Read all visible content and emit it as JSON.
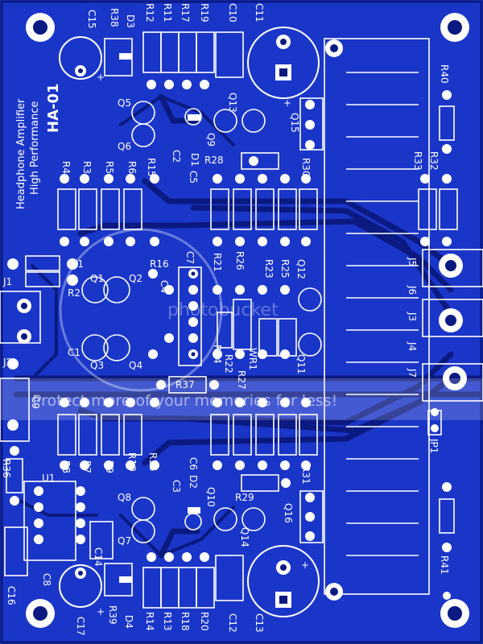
{
  "board": {
    "title": "HA-01",
    "subtitle_1": "High Performance",
    "subtitle_2": "Headphone Amplifier",
    "watermark_text": "Protect more of your memories for less!",
    "watermark_logo": "photobucket",
    "colors": {
      "board": "#1a36c8",
      "trace": "#0a1a80",
      "silk": "#ffffff"
    }
  },
  "labels": {
    "c15": "C15",
    "r38": "R38",
    "d3": "D3",
    "r12": "R12",
    "r11": "R11",
    "r17": "R17",
    "r19": "R19",
    "c10": "C10",
    "c11": "C11",
    "r40": "R40",
    "q5": "Q5",
    "q6": "Q6",
    "d1": "D1",
    "c2": "C2",
    "q9": "Q9",
    "q13": "Q13",
    "q15": "Q15",
    "r28": "R28",
    "r30": "R30",
    "r33": "R33",
    "r32": "R32",
    "r4": "R4",
    "r3": "R3",
    "r5": "R5",
    "r6": "R6",
    "r15": "R15",
    "c5": "C5",
    "r1": "R1",
    "j1": "J1",
    "r2": "R2",
    "q1": "Q1",
    "q2": "Q2",
    "r16": "R16",
    "c7": "C7",
    "r21": "R21",
    "r26": "R26",
    "r23": "R23",
    "r25": "R25",
    "q12": "Q12",
    "j5": "J5",
    "j6": "J6",
    "j3": "J3",
    "j4": "J4",
    "j7": "J7",
    "c4": "C4",
    "c1": "C1",
    "q3": "Q3",
    "q4": "Q4",
    "r24": "R24",
    "r22": "R22",
    "r27": "R27",
    "wr1": "WR1",
    "q11": "Q11",
    "j2": "J2",
    "r37": "R37",
    "c9": "C9",
    "jp1": "JP1",
    "r8": "R8",
    "r7": "R7",
    "r9": "R9",
    "r10": "R10",
    "r35": "R35",
    "c6": "C6",
    "d2": "D2",
    "r31": "R31",
    "r36": "R36",
    "u1": "U1",
    "q8": "Q8",
    "q7": "Q7",
    "c3": "C3",
    "q10": "Q10",
    "r29": "R29",
    "q14": "Q14",
    "q16": "Q16",
    "c14": "C14",
    "c8": "C8",
    "c16": "C16",
    "c17": "C17",
    "r39": "R39",
    "d4": "D4",
    "r14": "R14",
    "r13": "R13",
    "r18": "R18",
    "r20": "R20",
    "c12": "C12",
    "c13": "C13",
    "r41": "R41",
    "plus": "+"
  }
}
